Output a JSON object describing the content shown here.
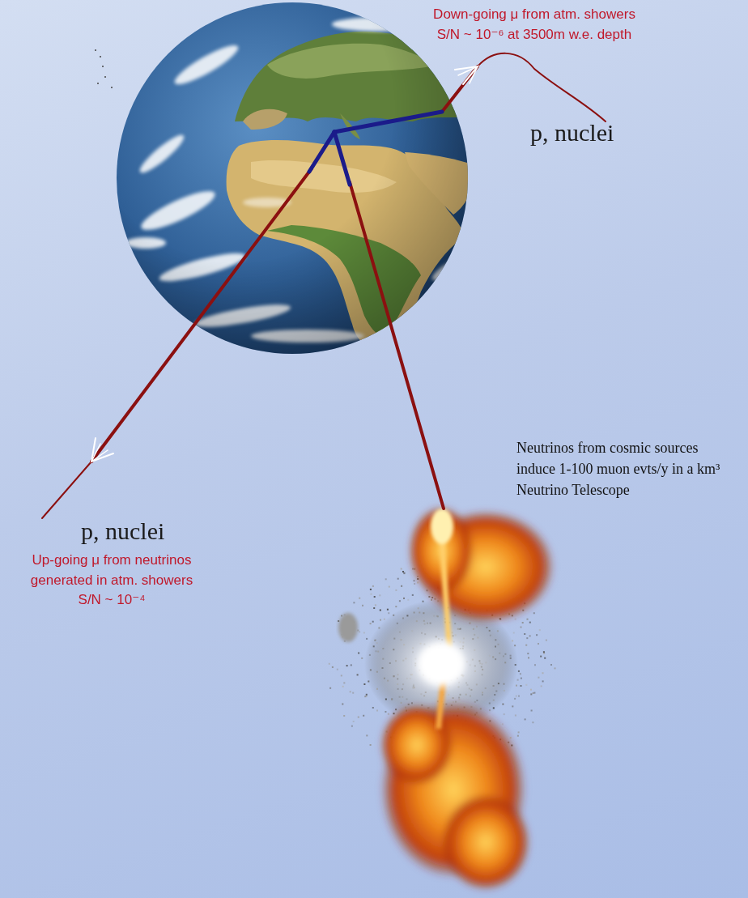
{
  "diagram": {
    "labels": [
      "Down-going μ from atm. showers S/N ~ 10⁻⁶ at 3500m w.e. depth",
      "p, nuclei",
      "Neutrinos from cosmic sources induce 1-100 muon evts/y in a km³ Neutrino Telescope",
      "p, nuclei",
      "Up-going μ from neutrinos generated in atm. showers S/N ~ 10⁻⁴"
    ]
  }
}
